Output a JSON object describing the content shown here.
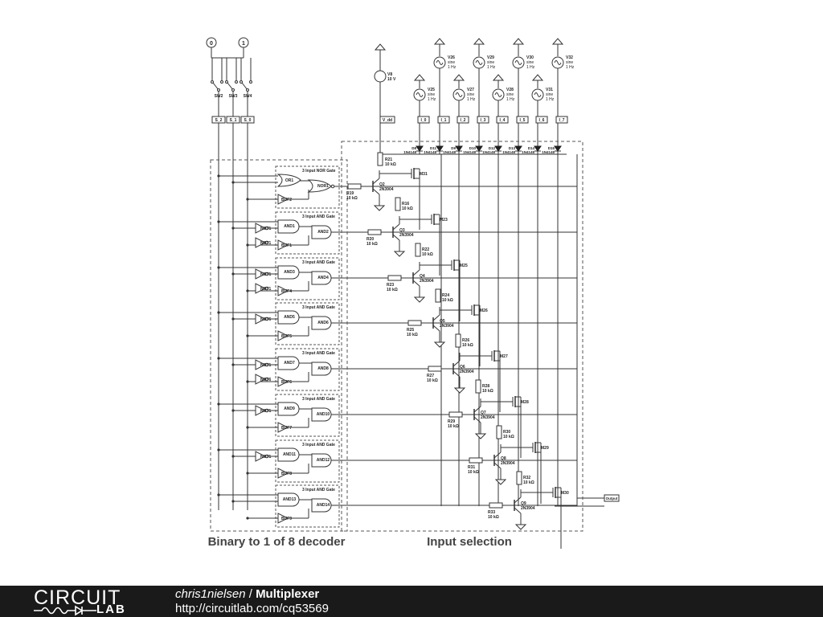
{
  "schematic": {
    "sections": {
      "decoder_label": "Binary to 1 of 8 decoder",
      "selection_label": "Input selection"
    },
    "logic_sources": {
      "zero": "0",
      "one": "1"
    },
    "switches": [
      "SW2",
      "SW3",
      "SW4"
    ],
    "select_labels": [
      "S_2",
      "S_1",
      "S_0"
    ],
    "supply": {
      "name": "V8",
      "value": "10 V",
      "net": "V_dd"
    },
    "input_nets": [
      "I_0",
      "I_1",
      "I_2",
      "I_3",
      "I_4",
      "I_5",
      "I_6",
      "I_7"
    ],
    "sine_sources": [
      {
        "name": "V26",
        "l1": "sine",
        "l2": "1 Hz"
      },
      {
        "name": "V29",
        "l1": "sine",
        "l2": "1 Hz"
      },
      {
        "name": "V30",
        "l1": "sine",
        "l2": "1 Hz"
      },
      {
        "name": "V32",
        "l1": "sine",
        "l2": "1 Hz"
      },
      {
        "name": "V25",
        "l1": "sine",
        "l2": "1 Hz"
      },
      {
        "name": "V27",
        "l1": "sine",
        "l2": "1 Hz"
      },
      {
        "name": "V28",
        "l1": "sine",
        "l2": "1 Hz"
      },
      {
        "name": "V31",
        "l1": "sine",
        "l2": "1 Hz"
      }
    ],
    "diodes": [
      {
        "name": "D8",
        "part": "1N4148"
      },
      {
        "name": "D11",
        "part": "1N4148"
      },
      {
        "name": "D9",
        "part": "1N4148"
      },
      {
        "name": "D10",
        "part": "1N4148"
      },
      {
        "name": "D12",
        "part": "1N4148"
      },
      {
        "name": "D13",
        "part": "1N4148"
      },
      {
        "name": "D14",
        "part": "1N4148"
      },
      {
        "name": "D15",
        "part": "1N4148"
      }
    ],
    "gate_group_titles": [
      "3 Input NOR Gate",
      "3 Input AND Gate",
      "3 Input AND Gate",
      "3 Input AND Gate",
      "3 Input AND Gate",
      "3 Input AND Gate",
      "3 Input AND Gate",
      "3 Input AND Gate"
    ],
    "gate_groups": [
      {
        "g1": "OR1",
        "g2": "NOR1",
        "b": "BUF2",
        "n": []
      },
      {
        "g1": "AND1",
        "g2": "AND2",
        "b": "BUF1",
        "n": [
          "NOT1",
          "NOT1"
        ]
      },
      {
        "g1": "AND3",
        "g2": "AND4",
        "b": "BUF4",
        "n": [
          "NOT1",
          "NOT1"
        ]
      },
      {
        "g1": "AND5",
        "g2": "AND6",
        "b": "BUF5",
        "n": [
          "NOT6"
        ]
      },
      {
        "g1": "AND7",
        "g2": "AND8",
        "b": "BUF6",
        "n": [
          "NOT1",
          "NOT6"
        ]
      },
      {
        "g1": "AND9",
        "g2": "AND10",
        "b": "BUF7",
        "n": [
          "NOT1"
        ]
      },
      {
        "g1": "AND11",
        "g2": "AND12",
        "b": "BUF8",
        "n": [
          "NOT1"
        ]
      },
      {
        "g1": "AND13",
        "g2": "AND14",
        "b": "BUF9",
        "n": []
      }
    ],
    "top_resistor": {
      "name": "R21",
      "value": "10 kΩ"
    },
    "stages": [
      {
        "q": "Q2",
        "part": "2N3904",
        "rb": "R19",
        "rbv": "10 kΩ",
        "rc": "R16",
        "rcv": "10 kΩ",
        "m": "M31"
      },
      {
        "q": "Q3",
        "part": "2N3904",
        "rb": "R20",
        "rbv": "10 kΩ",
        "rc": "R22",
        "rcv": "10 kΩ",
        "m": "M23"
      },
      {
        "q": "Q4",
        "part": "2N3904",
        "rb": "R23",
        "rbv": "10 kΩ",
        "rc": "R24",
        "rcv": "10 kΩ",
        "m": "M25"
      },
      {
        "q": "Q5",
        "part": "2N3904",
        "rb": "R25",
        "rbv": "10 kΩ",
        "rc": "R26",
        "rcv": "10 kΩ",
        "m": "M26"
      },
      {
        "q": "Q6",
        "part": "2N3904",
        "rb": "R27",
        "rbv": "10 kΩ",
        "rc": "R28",
        "rcv": "10 kΩ",
        "m": "M27"
      },
      {
        "q": "Q7",
        "part": "2N3904",
        "rb": "R29",
        "rbv": "10 kΩ",
        "rc": "R30",
        "rcv": "10 kΩ",
        "m": "M28"
      },
      {
        "q": "Q8",
        "part": "2N3904",
        "rb": "R31",
        "rbv": "10 kΩ",
        "rc": "R32",
        "rcv": "10 kΩ",
        "m": "M29"
      },
      {
        "q": "Q9",
        "part": "2N3904",
        "rb": "R33",
        "rbv": "10 kΩ",
        "rc": "",
        "rcv": "",
        "m": "M30"
      }
    ],
    "output_label": "Output"
  },
  "footer": {
    "logo_top": "CIRCUIT",
    "logo_bottom": "LAB",
    "author": "chris1nielsen",
    "separator": " / ",
    "title": "Multiplexer",
    "url": "http://circuitlab.com/cq53569"
  }
}
